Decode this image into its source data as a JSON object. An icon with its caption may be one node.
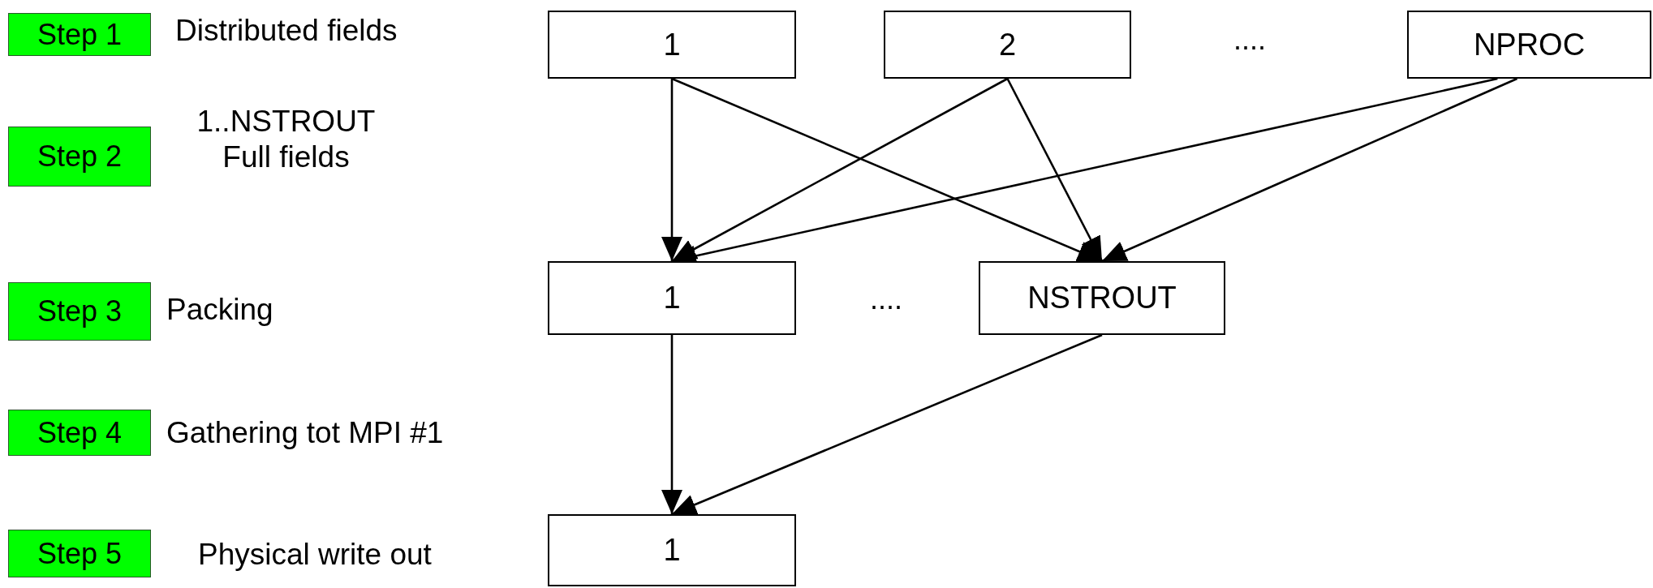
{
  "diagram": {
    "nodes": [
      {
        "text": [
          "Step 1"
        ],
        "beside": [
          "Distributed fields"
        ]
      },
      {
        "text": [
          "Step 2"
        ],
        "beside": [
          "1..NSTROUT Full fields"
        ]
      },
      {
        "text": [
          "Step 3"
        ],
        "beside": [
          "Packing"
        ]
      },
      {
        "text": [
          "Step 4"
        ],
        "beside": [
          "Gathering tot MPI #1"
        ]
      },
      {
        "text": [
          "Step 5"
        ],
        "beside": [
          "Physical write out"
        ]
      },
      {
        "text": [
          "1"
        ]
      },
      {
        "text": [
          "2"
        ]
      },
      {
        "text": [
          "NPROC"
        ]
      },
      {
        "text": [
          "1"
        ]
      },
      {
        "text": [
          "NSTROUT"
        ]
      },
      {
        "text": [
          "1"
        ]
      }
    ],
    "edges": [
      {
        "from": 5,
        "to": 8,
        "arrow": "to"
      },
      {
        "from": 5,
        "to": 9,
        "arrow": "to"
      },
      {
        "from": 6,
        "to": 8,
        "arrow": "to"
      },
      {
        "from": 6,
        "to": 9,
        "arrow": "to"
      },
      {
        "from": 7,
        "to": 8,
        "arrow": "to"
      },
      {
        "from": 7,
        "to": 9,
        "arrow": "to"
      },
      {
        "from": 8,
        "to": 10,
        "arrow": "to"
      },
      {
        "from": 9,
        "to": 10,
        "arrow": "to"
      }
    ],
    "labels": [
      "....",
      "...."
    ]
  }
}
